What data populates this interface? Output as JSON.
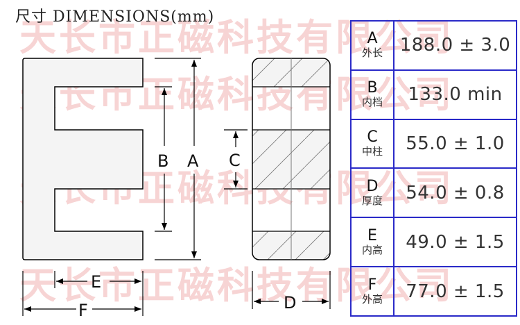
{
  "title": "尺寸 DIMENSIONS(mm)",
  "watermark": {
    "text": "天长市正磁科技有限公司",
    "color": "#f7d4d4"
  },
  "drawing": {
    "front_view": {
      "labels": {
        "A": "A",
        "B": "B",
        "E": "E",
        "F": "F"
      }
    },
    "side_view": {
      "labels": {
        "C": "C",
        "D": "D"
      }
    },
    "line_color": "#000000",
    "fill_color": "#f4f4f4"
  },
  "table": {
    "border_color": "#2a2ac8",
    "rows": [
      {
        "key": "A",
        "name_cn": "外长",
        "value": "188.0 ± 3.0"
      },
      {
        "key": "B",
        "name_cn": "内档",
        "value": "133.0 min"
      },
      {
        "key": "C",
        "name_cn": "中柱",
        "value": "55.0 ± 1.0"
      },
      {
        "key": "D",
        "name_cn": "厚度",
        "value": "54.0 ± 0.8"
      },
      {
        "key": "E",
        "name_cn": "内高",
        "value": "49.0 ± 1.5"
      },
      {
        "key": "F",
        "name_cn": "外高",
        "value": "77.0 ± 1.5"
      }
    ]
  }
}
